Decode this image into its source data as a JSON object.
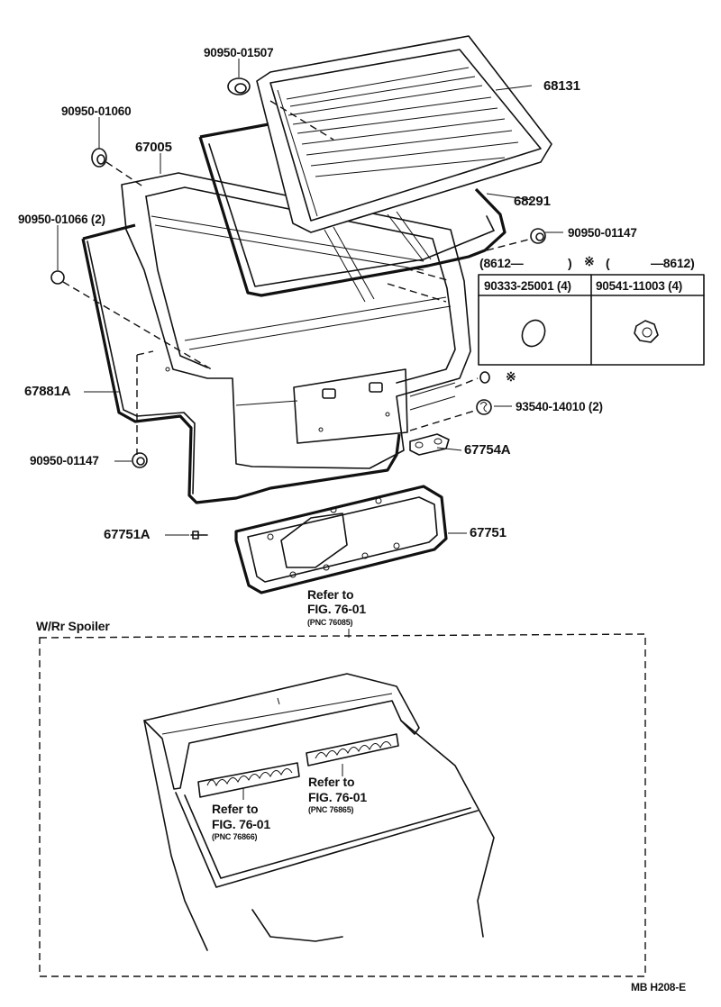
{
  "parts": {
    "p68131": "68131",
    "p68291": "68291",
    "p67005": "67005",
    "p67881a": "67881A",
    "p67754a": "67754A",
    "p67751": "67751",
    "p67751a": "67751A",
    "b90950_01507": "90950-01507",
    "b90950_01060": "90950-01060",
    "b90950_01066": "90950-01066 (2)",
    "b90950_01147_right": "90950-01147",
    "b90950_01147_left": "90950-01147",
    "b93540_14010": "93540-14010 (2)",
    "asterisk": "※"
  },
  "variant_table": {
    "col1_range": "(8612—",
    "col1_close": ")",
    "mark": "※",
    "col2_range": "(",
    "col2_close": "—8612)",
    "col1_part": "90333-25001 (4)",
    "col2_part": "90541-11003 (4)"
  },
  "refs": {
    "top": {
      "line1": "Refer to",
      "line2": "FIG. 76-01",
      "line3": "(PNC 76085)"
    },
    "left": {
      "line1": "Refer to",
      "line2": "FIG. 76-01",
      "line3": "(PNC 76866)"
    },
    "right": {
      "line1": "Refer to",
      "line2": "FIG. 76-01",
      "line3": "(PNC 76865)"
    }
  },
  "section_title": "W/Rr Spoiler",
  "footer_code": "MB  H208-E"
}
